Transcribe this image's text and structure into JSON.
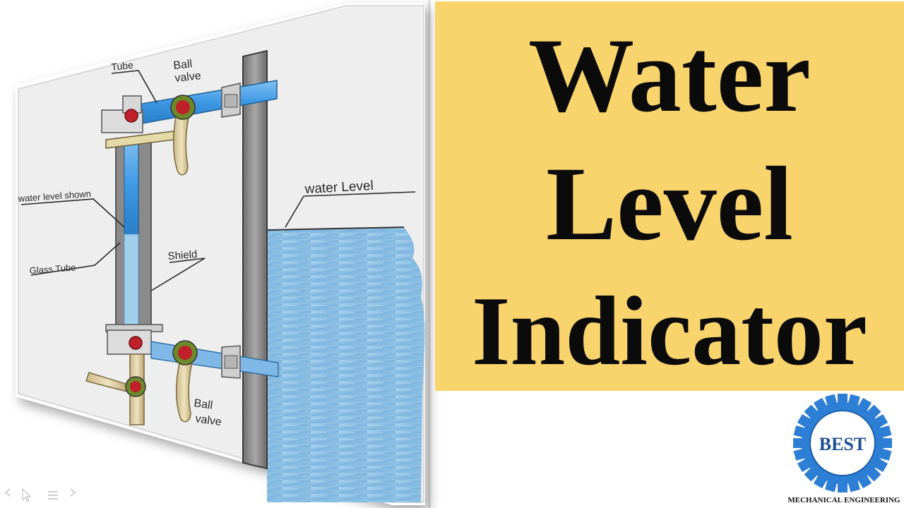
{
  "slide": {
    "title_lines": [
      "Water",
      "Level",
      "Indicator"
    ]
  },
  "diagram": {
    "labels": {
      "tube": "Tube",
      "ball_valve_top_1": "Ball",
      "ball_valve_top_2": "valve",
      "water_level_shown": "water level shown",
      "glass_tube": "Glass Tube",
      "shield": "Shield",
      "water_level": "water Level",
      "ball_valve_bottom_1": "Ball",
      "ball_valve_bottom_2": "valve"
    }
  },
  "logo": {
    "center_text": "BEST",
    "caption": "MECHANICAL ENGINEERING",
    "gear_color": "#2d7fd6"
  },
  "colors": {
    "panel": "#f9d36c",
    "water": "#8fc3e6",
    "pipe_blue": "#4aa3e8",
    "valve_red": "#c0202a",
    "valve_green": "#6c8a2a",
    "metal": "#8c8c8c"
  },
  "nav_icons": [
    "prev-arrow-icon",
    "pointer-icon",
    "menu-icon",
    "next-arrow-icon"
  ]
}
